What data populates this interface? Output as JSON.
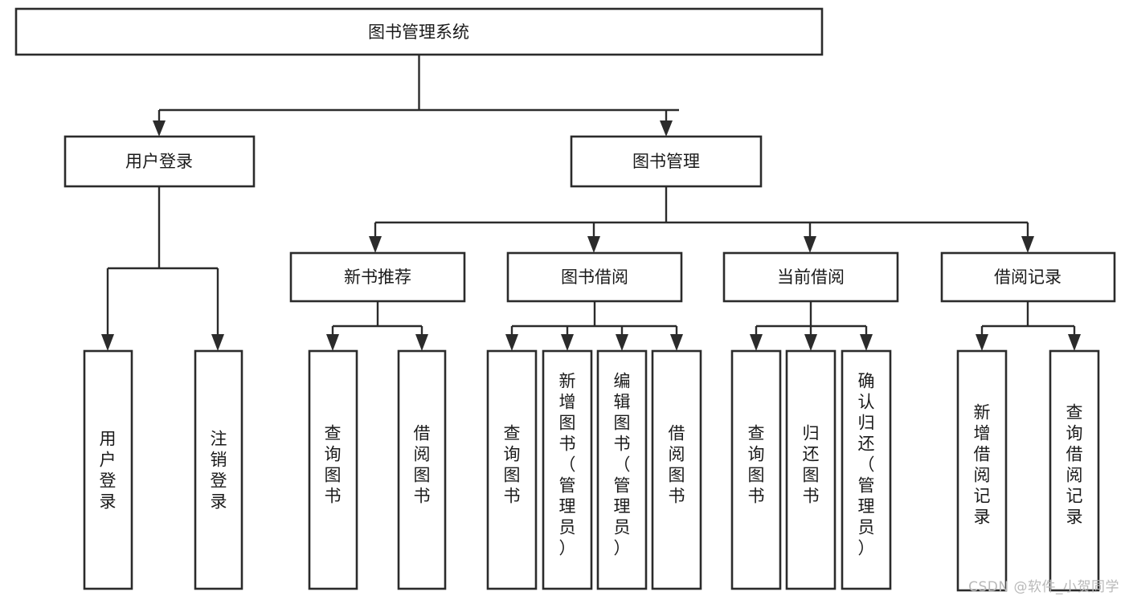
{
  "diagram": {
    "type": "tree-hierarchy",
    "title": "图书管理系统",
    "watermark": "CSDN @软件_小贺同学",
    "nodes": {
      "root": {
        "label": "图书管理系统",
        "level": 1
      },
      "l2": [
        {
          "id": "user-login",
          "label": "用户登录"
        },
        {
          "id": "book-manage",
          "label": "图书管理"
        }
      ],
      "l3": [
        {
          "id": "new-book-rec",
          "label": "新书推荐",
          "parent": "book-manage"
        },
        {
          "id": "book-borrow",
          "label": "图书借阅",
          "parent": "book-manage"
        },
        {
          "id": "current-borrow",
          "label": "当前借阅",
          "parent": "book-manage"
        },
        {
          "id": "borrow-record",
          "label": "借阅记录",
          "parent": "book-manage"
        }
      ],
      "leaves": [
        {
          "id": "leaf-user-login",
          "label": "用户登录",
          "parent": "user-login"
        },
        {
          "id": "leaf-user-logout",
          "label": "注销登录",
          "parent": "user-login"
        },
        {
          "id": "leaf-query-book-1",
          "label": "查询图书",
          "parent": "new-book-rec"
        },
        {
          "id": "leaf-borrow-book-1",
          "label": "借阅图书",
          "parent": "new-book-rec"
        },
        {
          "id": "leaf-query-book-2",
          "label": "查询图书",
          "parent": "book-borrow"
        },
        {
          "id": "leaf-add-book",
          "label": "新增图书（管理员）",
          "parent": "book-borrow"
        },
        {
          "id": "leaf-edit-book",
          "label": "编辑图书（管理员）",
          "parent": "book-borrow"
        },
        {
          "id": "leaf-borrow-book-2",
          "label": "借阅图书",
          "parent": "book-borrow"
        },
        {
          "id": "leaf-query-book-3",
          "label": "查询图书",
          "parent": "current-borrow"
        },
        {
          "id": "leaf-return-book",
          "label": "归还图书",
          "parent": "current-borrow"
        },
        {
          "id": "leaf-confirm-return",
          "label": "确认归还（管理员）",
          "parent": "current-borrow"
        },
        {
          "id": "leaf-add-record",
          "label": "新增借阅记录",
          "parent": "borrow-record"
        },
        {
          "id": "leaf-query-record",
          "label": "查询借阅记录",
          "parent": "borrow-record"
        }
      ]
    },
    "colors": {
      "box_stroke": "#2b2b2b",
      "box_fill": "#ffffff",
      "connector": "#2b2b2b",
      "text": "#1a1a1a",
      "watermark": "#b9b9b9",
      "background": "#ffffff"
    }
  }
}
